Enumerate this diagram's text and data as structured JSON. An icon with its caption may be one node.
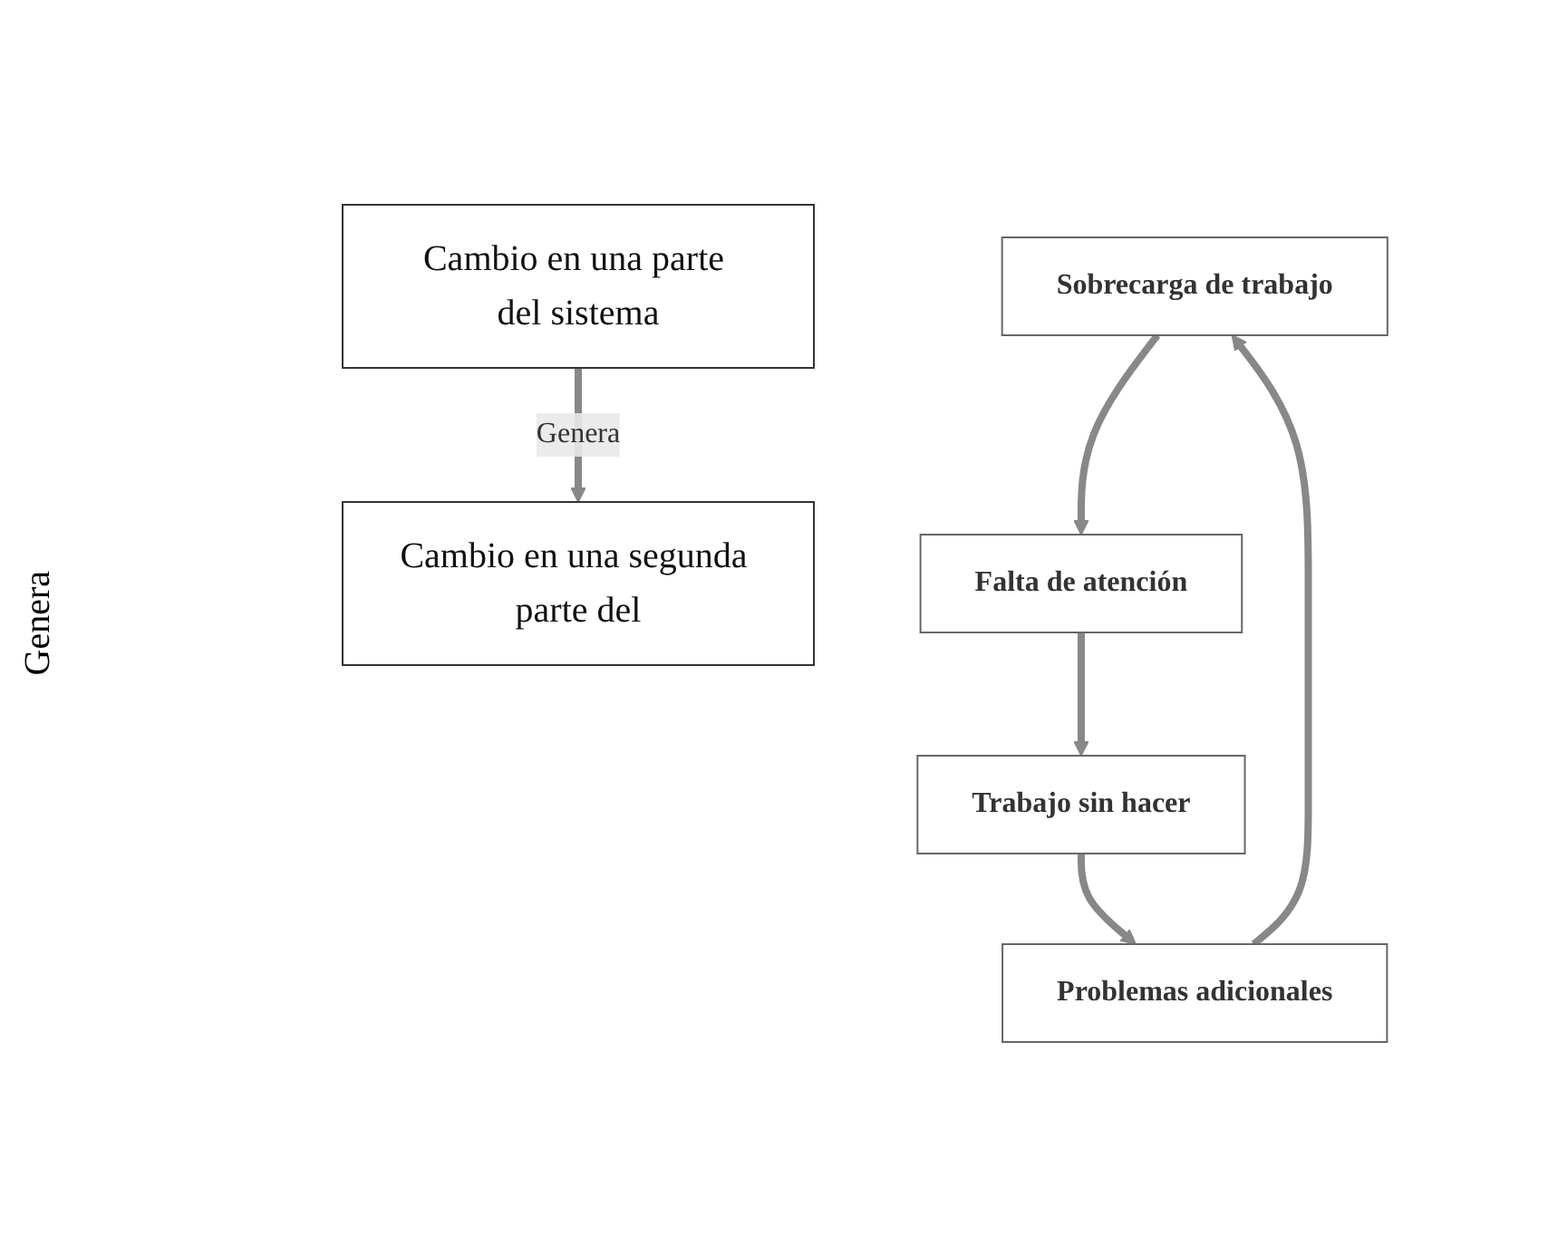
{
  "diagram": {
    "nodes": [
      {
        "text": [
          "Cambio en una parte del sistema"
        ]
      },
      {
        "text": [
          "Cambio en una segunda parte del"
        ]
      },
      {
        "text": [
          "Sobrecarga de trabajo"
        ]
      },
      {
        "text": [
          "Falta de atención"
        ]
      },
      {
        "text": [
          "Problemas adicionales"
        ]
      },
      {
        "text": [
          "Trabajo sin hacer"
        ]
      }
    ],
    "edges": [
      {
        "from": 0,
        "to": 1,
        "arrow": "to",
        "label": "Genera"
      },
      {
        "from": 2,
        "to": 3,
        "arrow": "to"
      },
      {
        "from": 3,
        "to": 5,
        "arrow": "to"
      },
      {
        "from": 5,
        "to": 4,
        "arrow": "to"
      },
      {
        "from": 4,
        "to": 2,
        "arrow": "to"
      }
    ],
    "labels": [
      "Genera"
    ]
  }
}
